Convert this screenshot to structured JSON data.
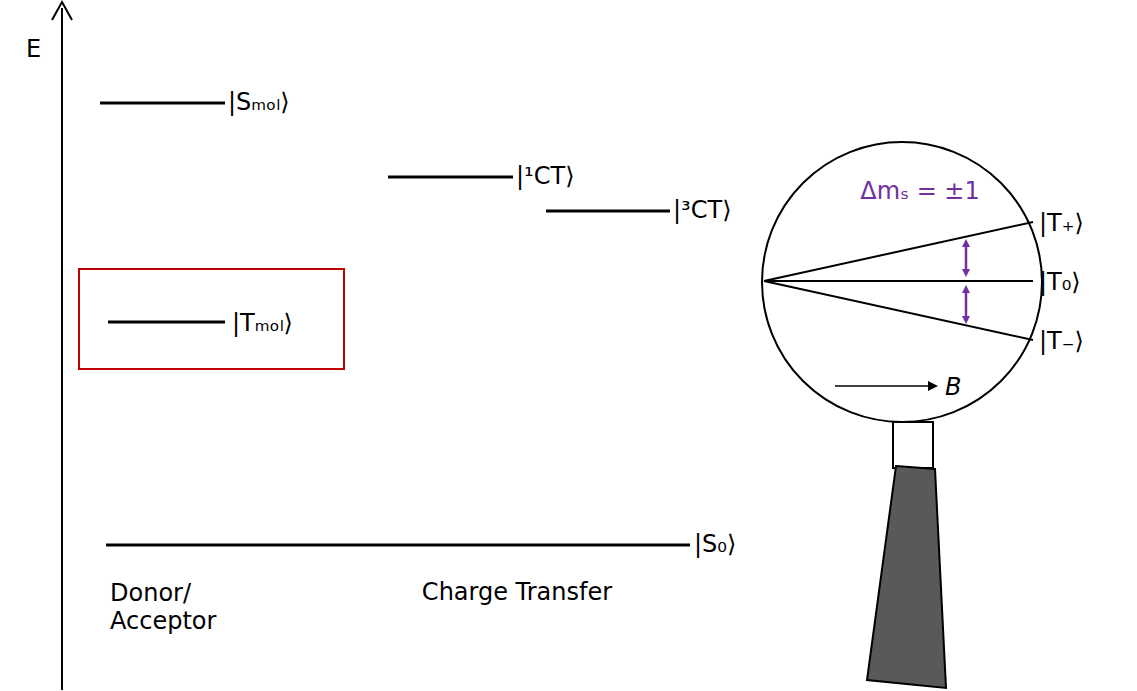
{
  "diagram": {
    "nodes": [
      {
        "text": [
          "|Tₘₒₗ⟩"
        ]
      },
      {
        "text": [
          "Δmₛ = ±1",
          "|T₊⟩",
          "|T₀⟩",
          "|T₋⟩",
          "B"
        ]
      }
    ],
    "labels": [
      "E",
      "|Sₘₒₗ⟩",
      "|¹CT⟩",
      "|³CT⟩",
      "|S₀⟩",
      "Donor/ Acceptor",
      "Charge Transfer"
    ]
  }
}
